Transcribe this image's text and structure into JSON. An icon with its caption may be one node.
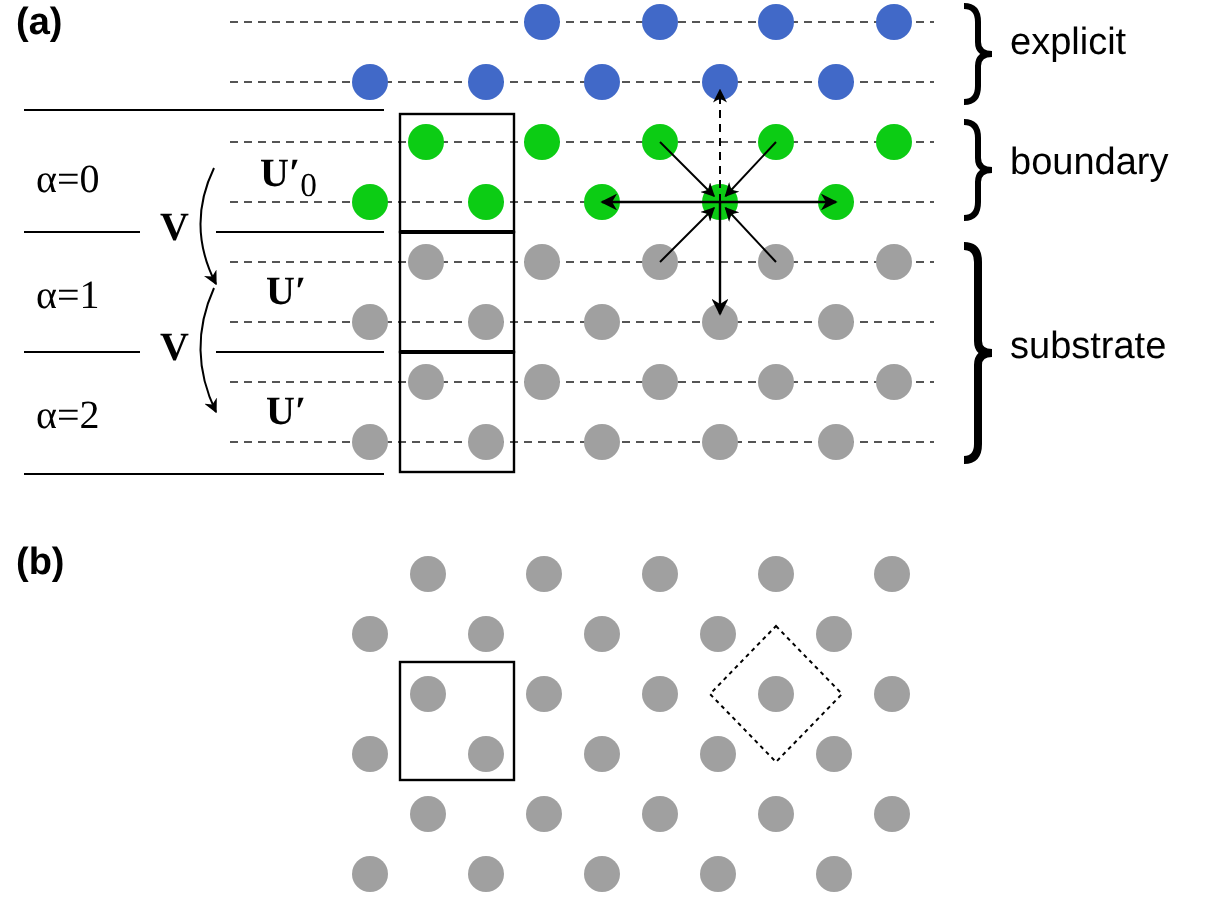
{
  "diagram": {
    "labels": [
      "(a)",
      "explicit",
      "α=0",
      "**U′**$_{0}$",
      "boundary",
      "V",
      "α=1",
      "**U′**",
      "V",
      "substrate",
      "α=2",
      "**U′**",
      "(b)"
    ]
  }
}
